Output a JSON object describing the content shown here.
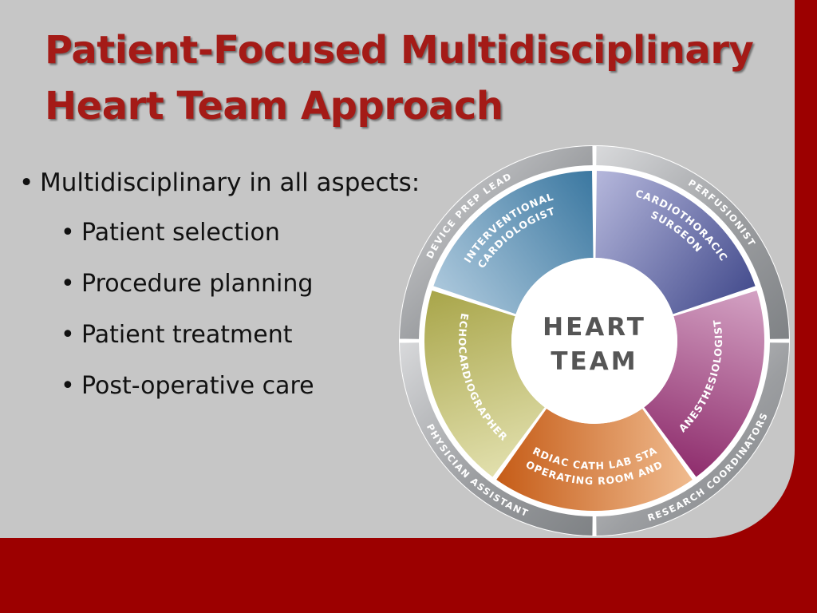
{
  "slide": {
    "title_line1": "Patient-Focused Multidisciplinary",
    "title_line2": "Heart Team Approach",
    "bullets": [
      {
        "level": 1,
        "text": "Multidisciplinary in all aspects:"
      },
      {
        "level": 2,
        "text": "Patient selection"
      },
      {
        "level": 2,
        "text": "Procedure planning"
      },
      {
        "level": 2,
        "text": "Patient treatment"
      },
      {
        "level": 2,
        "text": "Post-operative care"
      }
    ]
  },
  "diagram": {
    "center_line1": "HEART",
    "center_line2": "TEAM",
    "inner_segments": [
      {
        "line1": "CARDIOTHORACIC",
        "line2": "SURGEON",
        "color_light": "#b6b8dc",
        "color_dark": "#454d8e"
      },
      {
        "line1": "ANESTHESIOLOGIST",
        "line2": "",
        "color_light": "#d4a3c4",
        "color_dark": "#8e2c6c"
      },
      {
        "line1": "OPERATING ROOM AND",
        "line2": "CARDIAC CATH LAB STAFF",
        "color_light": "#f0bc90",
        "color_dark": "#c55b16"
      },
      {
        "line1": "ECHOCARDIOGRAPHER",
        "line2": "",
        "color_light": "#e2e0ae",
        "color_dark": "#a8a549"
      },
      {
        "line1": "INTERVENTIONAL",
        "line2": "CARDIOLOGIST",
        "color_light": "#acc8dc",
        "color_dark": "#3a77a0"
      }
    ],
    "outer_segments": [
      {
        "text": "PERFUSIONIST"
      },
      {
        "text": "RESEARCH COORDINATORS"
      },
      {
        "text": "PHYSICIAN ASSISTANT"
      },
      {
        "text": "DEVICE PREP LEAD"
      }
    ],
    "outer_ring_color": "#9c9ea1",
    "outer_ring_light": "#d8d9db"
  }
}
